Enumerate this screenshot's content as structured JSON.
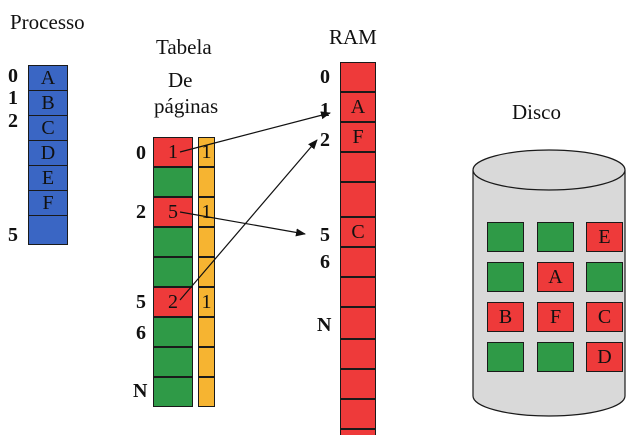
{
  "processo": {
    "title": "Processo",
    "indices": [
      "0",
      "1",
      "2",
      "5"
    ],
    "pages": [
      "A",
      "B",
      "C",
      "D",
      "E",
      "F"
    ]
  },
  "tabela": {
    "title_line1": "Tabela",
    "title_line2": "De",
    "title_line3": "páginas",
    "indices": [
      "0",
      "2",
      "5",
      "6",
      "N"
    ],
    "frames": [
      "1",
      "5",
      "2"
    ],
    "valid_bits": [
      "1",
      "1",
      "1"
    ]
  },
  "ram": {
    "title": "RAM",
    "indices": [
      "0",
      "1",
      "2",
      "5",
      "6",
      "N"
    ],
    "pages": [
      "A",
      "F",
      "C"
    ]
  },
  "disco": {
    "title": "Disco",
    "pages": [
      "E",
      "A",
      "B",
      "F",
      "C",
      "D"
    ]
  },
  "colors": {
    "blue": "#3a66c4",
    "red": "#ee3a3a",
    "green": "#2f9a47",
    "yellow": "#f6b431",
    "disk": "#d9d9d9"
  }
}
